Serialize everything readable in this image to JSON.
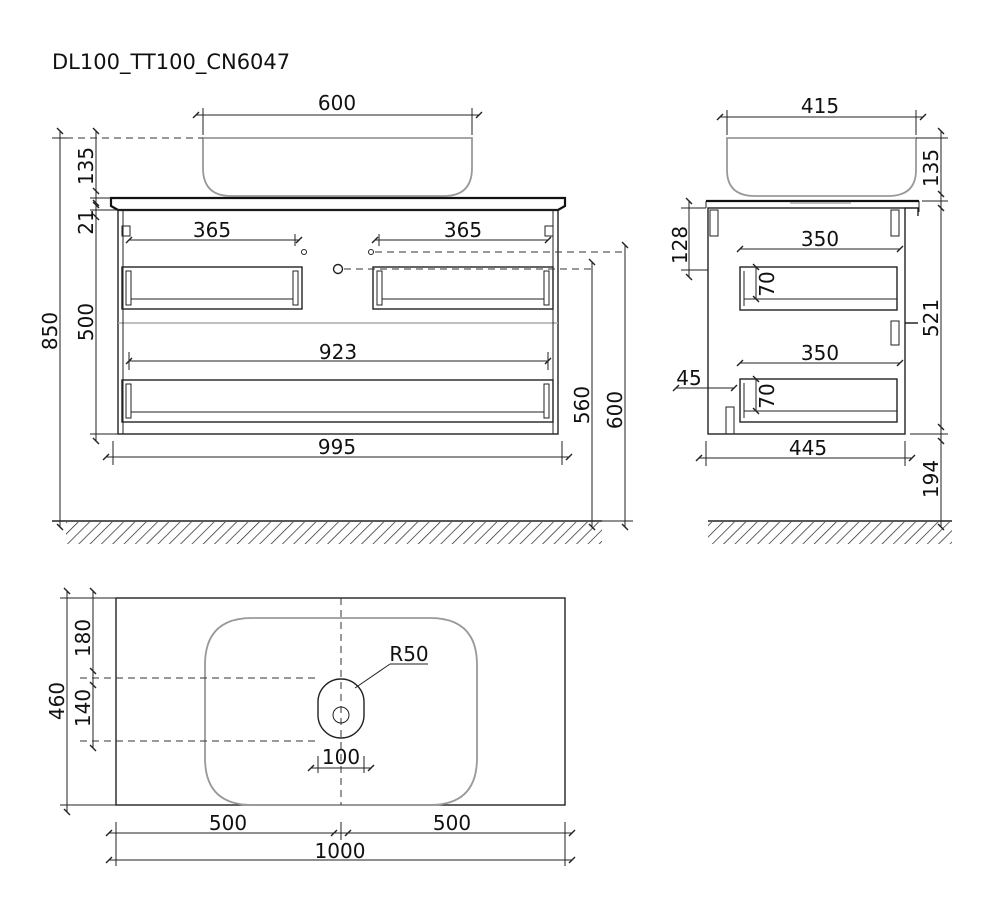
{
  "title": "DL100_TT100_CN6047",
  "front_view": {
    "basin_width": "600",
    "basin_height": "135",
    "top_thickness": "21",
    "body_height": "500",
    "total_height": "850",
    "drawer_inner_left": "365",
    "drawer_inner_right": "365",
    "drawer_bottom_inner": "923",
    "cabinet_width": "995",
    "drain_height_1": "560",
    "drain_height_2": "600"
  },
  "side_view": {
    "basin_depth": "415",
    "basin_height": "135",
    "upper_offset": "128",
    "drawer_depth_1": "350",
    "drawer_depth_2": "350",
    "drawer_height_1": "70",
    "drawer_height_2": "70",
    "plinth_offset": "45",
    "cabinet_height": "521",
    "cabinet_depth": "445",
    "floor_clearance": "194"
  },
  "top_view": {
    "depth": "460",
    "offset_1": "180",
    "offset_2": "140",
    "radius": "R50",
    "hole_width": "100",
    "half_left": "500",
    "half_right": "500",
    "total_width": "1000"
  }
}
